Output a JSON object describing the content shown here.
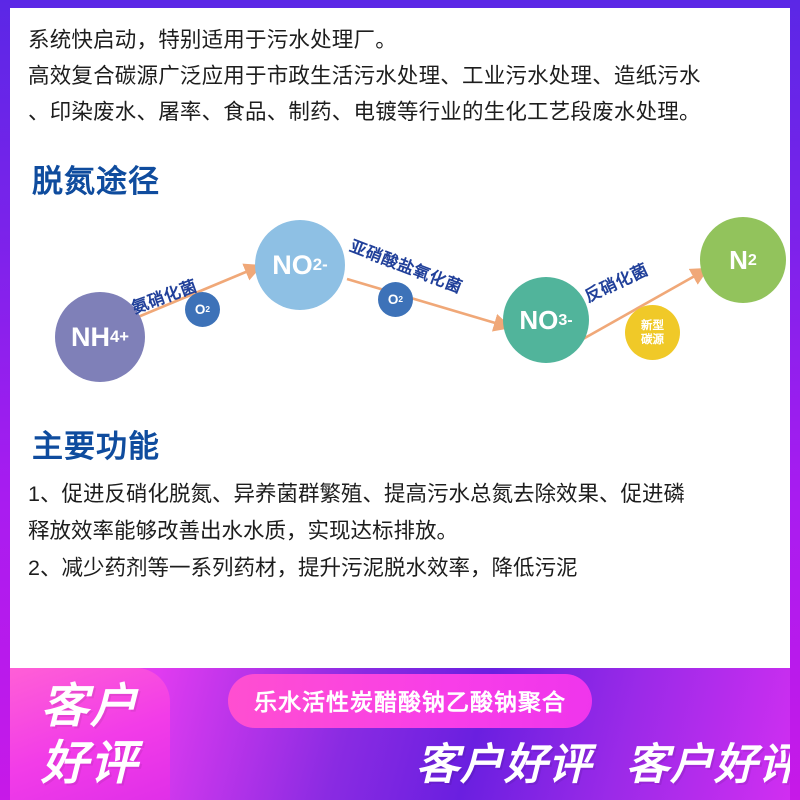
{
  "theme": {
    "frame_purple_start": "#5b27e6",
    "frame_purple_end": "#c719e8",
    "heading_blue": "#0f4c9e",
    "label_blue": "#21409a",
    "arrow_orange": "#f0a878"
  },
  "intro": {
    "line1": "系统快启动，特别适用于污水处理厂。",
    "line2": "高效复合碳源广泛应用于市政生活污水处理、工业污水处理、造纸污水",
    "line3": "、印染废水、屠率、食品、制药、电镀等行业的生化工艺段废水处理。"
  },
  "sections": {
    "denitrification_title": "脱氮途径",
    "functions_title": "主要功能"
  },
  "chart_data": {
    "type": "diagram",
    "title": "脱氮途径",
    "nodes": [
      {
        "id": "nh4",
        "label": "NH",
        "sub": "4",
        "sup": "+",
        "color": "#7f80b8",
        "size": 90
      },
      {
        "id": "no2",
        "label": "NO",
        "sub": "2",
        "sup": "-",
        "color": "#8ec0e4",
        "size": 90
      },
      {
        "id": "no3",
        "label": "NO",
        "sub": "3",
        "sup": "-",
        "color": "#51b49b",
        "size": 86
      },
      {
        "id": "n2",
        "label": "N",
        "sub": "2",
        "sup": "",
        "color": "#92c35c",
        "size": 86
      },
      {
        "id": "o2_a",
        "label": "O",
        "sub": "2",
        "sup": "",
        "color": "#3d72b8",
        "size": 35
      },
      {
        "id": "o2_b",
        "label": "O",
        "sub": "2",
        "sup": "",
        "color": "#3d72b8",
        "size": 35
      },
      {
        "id": "carbon",
        "label": "新型碳源",
        "line1": "新型",
        "line2": "碳源",
        "color": "#f0c928",
        "size": 55
      }
    ],
    "edges": [
      {
        "from": "nh4",
        "to": "no2",
        "label": "氨硝化菌"
      },
      {
        "from": "no2",
        "to": "no3",
        "label": "亚硝酸盐氧化菌"
      },
      {
        "from": "no3",
        "to": "n2",
        "label": "反硝化菌"
      }
    ]
  },
  "functions": {
    "item1_line1": "1、促进反硝化脱氮、异养菌群繁殖、提高污水总氮去除效果、促进磷",
    "item1_line2": "释放效率能够改善出水水质，实现达标排放。",
    "item2_line1": "2、减少药剂等一系列药材，提升污泥脱水效率，降低污泥"
  },
  "watermarks": {
    "pill_text": "乐水活性炭醋酸钠乙酸钠聚合",
    "left_line1": "客户",
    "left_line2": "好评",
    "right_1": "客户好评",
    "right_2": "客户好评"
  }
}
